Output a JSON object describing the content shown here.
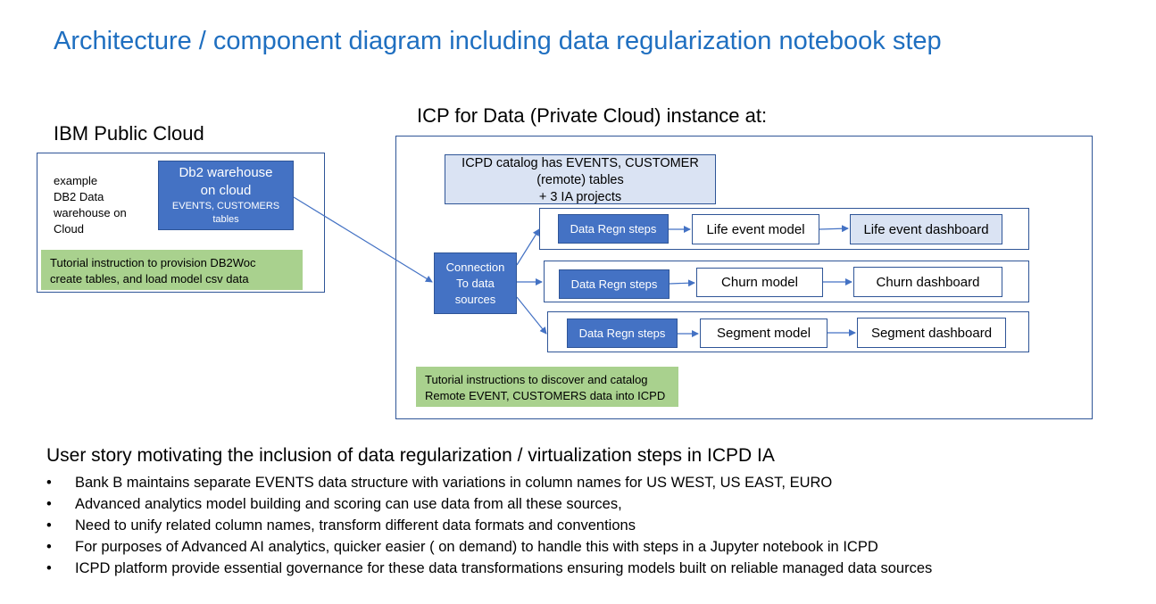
{
  "title": "Architecture / component diagram including data regularization notebook step",
  "public_cloud": {
    "heading": "IBM Public Cloud",
    "example_lines": [
      "example",
      "DB2 Data",
      "warehouse on",
      "Cloud"
    ],
    "db2_title_1": "Db2 warehouse",
    "db2_title_2": "on cloud",
    "db2_sub_1": "EVENTS, CUSTOMERS",
    "db2_sub_2": "tables",
    "tutorial_1": "Tutorial  instruction to  provision DB2Woc",
    "tutorial_2": "create tables, and load model csv data"
  },
  "private_cloud": {
    "heading": "ICP for Data (Private Cloud)  instance at:",
    "catalog_1": "ICPD catalog has EVENTS, CUSTOMER",
    "catalog_2": "(remote) tables",
    "catalog_3": "+  3  IA projects",
    "connection_1": "Connection",
    "connection_2": "To data",
    "connection_3": "sources",
    "rows": [
      {
        "steps": "Data Regn  steps",
        "model": "Life event model",
        "dashboard": "Life event dashboard"
      },
      {
        "steps": "Data Regn  steps",
        "model": "Churn model",
        "dashboard": "Churn dashboard"
      },
      {
        "steps": "Data Regn  steps",
        "model": "Segment model",
        "dashboard": "Segment dashboard"
      }
    ],
    "tutorial_1": "Tutorial  instructions to discover and catalog",
    "tutorial_2": "Remote EVENT, CUSTOMERS data into ICPD"
  },
  "story": {
    "heading": "User story motivating the inclusion of data regularization /  virtualization steps in ICPD IA",
    "bullets": [
      "Bank B maintains separate EVENTS data structure with variations in column names  for US WEST, US EAST,  EURO",
      "Advanced analytics  model building and scoring can use data from all these sources,",
      "Need to unify related column names, transform different data formats and conventions",
      "For purposes of Advanced AI analytics, quicker easier ( on demand) to handle this with steps in a Jupyter notebook in ICPD",
      "ICPD platform provide essential governance for these data transformations ensuring models built on reliable managed data sources"
    ]
  },
  "colors": {
    "title": "#1f6fc0",
    "box_blue": "#4472c4",
    "box_border": "#2f5597",
    "catalog_fill": "#dae3f3",
    "tutorial_green": "#a9d18e"
  }
}
